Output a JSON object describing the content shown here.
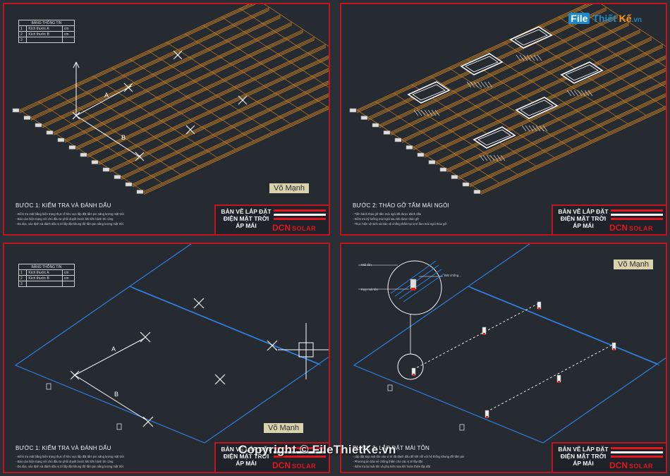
{
  "info_table": {
    "title": "BẢNG THÔNG TIN",
    "rows": [
      {
        "no": "1",
        "name": "Kích thước A",
        "unit": "cm"
      },
      {
        "no": "2",
        "name": "Kích thước B",
        "unit": "cm"
      },
      {
        "no": "3",
        "name": "",
        "unit": ""
      }
    ]
  },
  "panels": [
    {
      "step_title": "BƯỚC 1: KIỂM TRA VÀ ĐÁNH DẤU",
      "notes": [
        "Kiểm tra mặt bằng hiện trạng thực tế khu vực lắp đặt tấm pin năng lượng mặt trời",
        "Báo cáo hiện trạng với chủ đầu tư phối duyệt trước khi tiến hành thi công",
        "Đo đạc, xác định và đánh dấu vị trí lắp đặt khung đỡ tấm pin năng lượng mặt trời"
      ],
      "author": "Võ Mạnh",
      "axis_a": "A",
      "axis_b": "B"
    },
    {
      "step_title": "BƯỚC 2: THÁO GỠ TẤM MÁI NGÓI",
      "notes": [
        "Tiến hành tháo gỡ tấm mái ngói đã được đánh dấu",
        "Kiểm tra kỹ lưỡng mái ngói sau khi được tháo gỡ",
        "Thực hiện vệ sinh và bảo vệ chống thấm tại vị trí làm mái ngói tháo gỡ"
      ]
    },
    {
      "step_title": "BƯỚC 1: KIỂM TRA VÀ ĐÁNH DẤU",
      "notes": [
        "Kiểm tra mặt bằng hiện trạng thực tế khu vực lắp đặt tấm pin năng lượng mặt trời",
        "Báo cáo hiện trạng với chủ đầu tư phối duyệt trước khi tiến hành thi công",
        "Đo đạc, xác định và đánh dấu vị trí lắp đặt khung đỡ tấm pin năng lượng mặt trời"
      ],
      "author": "Võ Mạnh",
      "axis_a": "A",
      "axis_b": "B"
    },
    {
      "step_title": "BƯỚC 3: LẮP ĐẶT MÁI TÔN",
      "notes": [
        "Lắp đặt kẹp mái tôn vào vị trí đã đánh dấu để kết nối với hệ thống khung đỡ tấm pin",
        "Phương án bảo vệ chống thấm cho các vị trí lắp đặt",
        "Kiểm tra lại mái tôn và phụ kiện sau khi hoàn thiện lắp đặt"
      ],
      "author": "Võ Mạnh",
      "callouts": {
        "roof": "Mái tôn",
        "clamp": "Kẹp mái tôn",
        "bolt": "Bát chống..."
      }
    }
  ],
  "titleblock": {
    "line1": "BẢN VẼ LẮP ĐẶT",
    "line2": "ĐIỆN MẶT TRỜI",
    "line3": "ÁP MÁI",
    "logo": "DCN",
    "logo_sub": "SOLAR"
  },
  "watermark": {
    "file": "File",
    "thiet": "Thiết",
    "ke": "Kế",
    "vn": ".vn",
    "copyright": "Copyright © FileThietKe.vn"
  },
  "colors": {
    "frame": "#c0141e",
    "tile": "#c8801e",
    "metal": "#2f7fe0",
    "bg": "#262a31"
  }
}
